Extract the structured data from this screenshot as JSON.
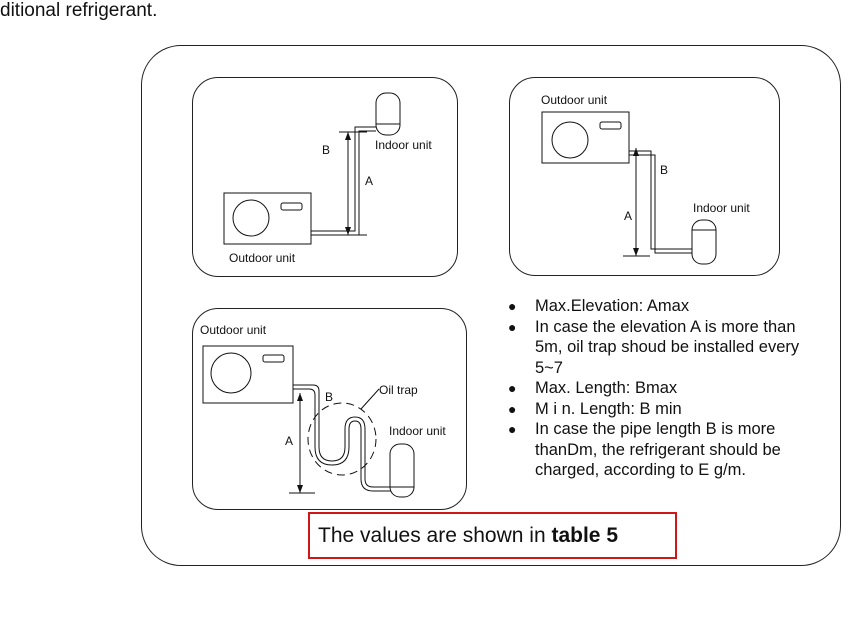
{
  "intro_text": "ditional refrigerant.",
  "panels": {
    "top_left": {
      "outdoor": "Outdoor unit",
      "indoor": "Indoor unit",
      "label_a": "A",
      "label_b": "B"
    },
    "top_right": {
      "outdoor": "Outdoor unit",
      "indoor": "Indoor unit",
      "label_a": "A",
      "label_b": "B"
    },
    "bottom_left": {
      "outdoor": "Outdoor unit",
      "indoor": "Indoor unit",
      "oil_trap": "Oil trap",
      "label_a": "A",
      "label_b": "B"
    }
  },
  "notes": [
    "Max.Elevation: Amax",
    "In case the elevation A is more than 5m, oil trap shoud be installed every 5~7",
    "Max. Length: Bmax",
    "M i n. Length: B min",
    "In case the pipe length B is more thanDm, the refrigerant should be charged, according to  E g/m."
  ],
  "bullet": "●",
  "reference": {
    "prefix": "The values are shown in ",
    "bold": "table 5"
  },
  "colors": {
    "line": "#111111",
    "reference_border": "#d01717"
  }
}
